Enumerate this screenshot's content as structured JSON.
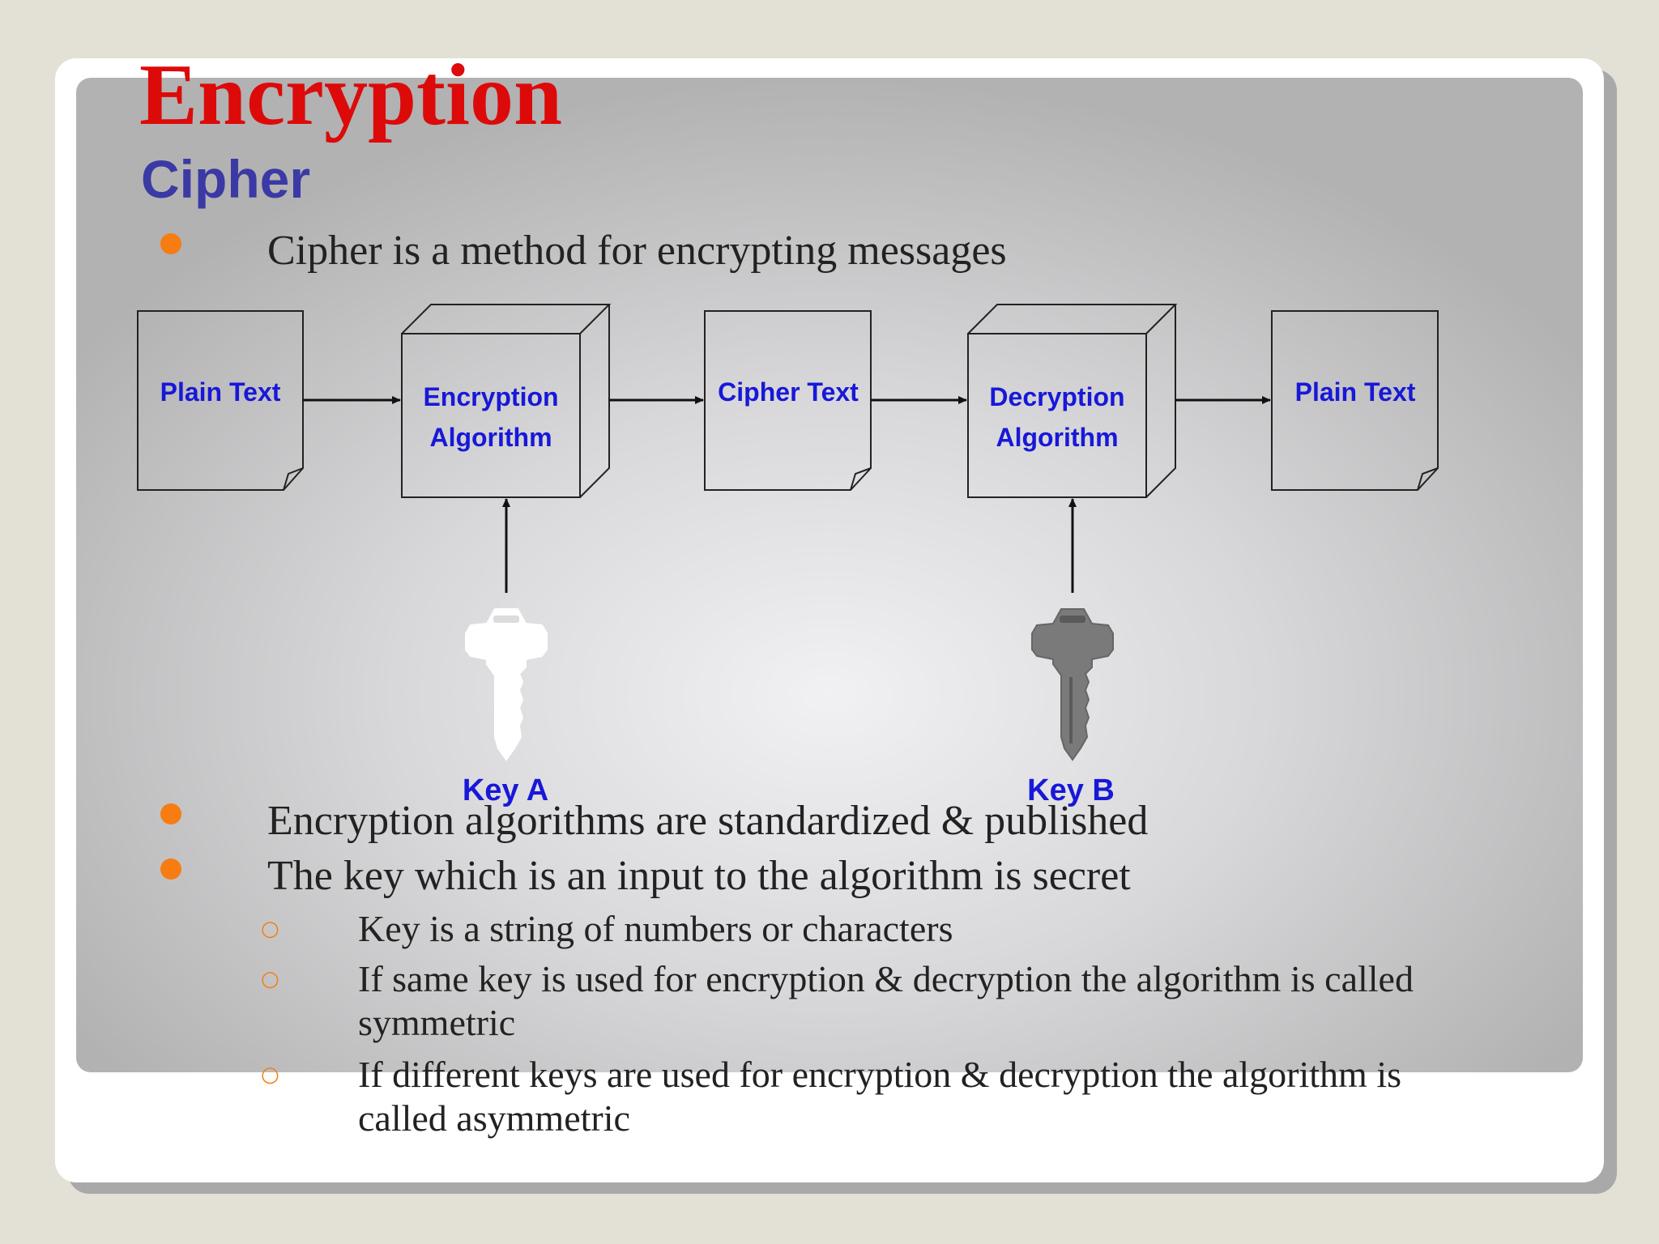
{
  "slide": {
    "title": "Encryption",
    "subtitle": "Cipher"
  },
  "intro_bullet": "Cipher is a method for encrypting messages",
  "diagram": {
    "nodes": [
      {
        "id": "plain-text-input",
        "shape": "document",
        "lines": [
          "Plain Text"
        ]
      },
      {
        "id": "encryption-algorithm",
        "shape": "cube",
        "lines": [
          "Encryption",
          "Algorithm"
        ]
      },
      {
        "id": "cipher-text",
        "shape": "document",
        "lines": [
          "Cipher Text"
        ]
      },
      {
        "id": "decryption-algorithm",
        "shape": "cube",
        "lines": [
          "Decryption",
          "Algorithm"
        ]
      },
      {
        "id": "plain-text-output",
        "shape": "document",
        "lines": [
          "Plain Text"
        ]
      }
    ],
    "edges": [
      [
        "plain-text-input",
        "encryption-algorithm"
      ],
      [
        "encryption-algorithm",
        "cipher-text"
      ],
      [
        "cipher-text",
        "decryption-algorithm"
      ],
      [
        "decryption-algorithm",
        "plain-text-output"
      ],
      [
        "key-a",
        "encryption-algorithm"
      ],
      [
        "key-b",
        "decryption-algorithm"
      ]
    ],
    "keys": [
      {
        "id": "key-a",
        "label": "Key A",
        "color": "#ffffff",
        "icon": "key-icon"
      },
      {
        "id": "key-b",
        "label": "Key B",
        "color": "#7a7a7a",
        "icon": "key-icon"
      }
    ],
    "label_color": "#1818d8"
  },
  "bullets": [
    "Encryption algorithms are standardized & published",
    "The key which is an input to the algorithm is secret"
  ],
  "sub_bullets": [
    {
      "lines": [
        "Key is a string of numbers or characters"
      ]
    },
    {
      "lines": [
        "If same key is used for encryption & decryption the algorithm is called",
        "symmetric"
      ]
    },
    {
      "lines": [
        "If different keys are used for encryption & decryption the algorithm is",
        "called asymmetric"
      ]
    }
  ],
  "colors": {
    "title": "#dd0a0a",
    "subtitle": "#3b3aa4",
    "bullet": "#f77c12",
    "background": "#e3e1d6"
  }
}
